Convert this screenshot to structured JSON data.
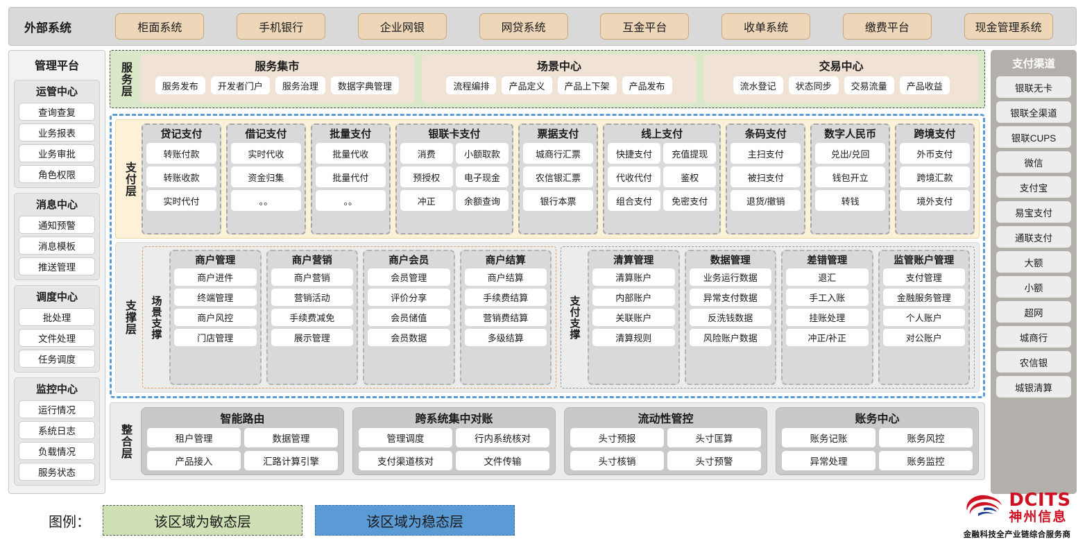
{
  "external": {
    "title": "外部系统",
    "items": [
      "柜面系统",
      "手机银行",
      "企业网银",
      "网贷系统",
      "互金平台",
      "收单系统",
      "缴费平台",
      "现金管理系统"
    ]
  },
  "management": {
    "title": "管理平台",
    "groups": [
      {
        "title": "运管中心",
        "items": [
          "查询查复",
          "业务报表",
          "业务审批",
          "角色权限"
        ]
      },
      {
        "title": "消息中心",
        "items": [
          "通知预警",
          "消息模板",
          "推送管理"
        ]
      },
      {
        "title": "调度中心",
        "items": [
          "批处理",
          "文件处理",
          "任务调度"
        ]
      },
      {
        "title": "监控中心",
        "items": [
          "运行情况",
          "系统日志",
          "负载情况",
          "服务状态"
        ]
      }
    ]
  },
  "service_layer": {
    "label": "服务层",
    "groups": [
      {
        "title": "服务集市",
        "items": [
          "服务发布",
          "开发者门户",
          "服务治理",
          "数据字典管理"
        ]
      },
      {
        "title": "场景中心",
        "items": [
          "流程编排",
          "产品定义",
          "产品上下架",
          "产品发布"
        ]
      },
      {
        "title": "交易中心",
        "items": [
          "流水登记",
          "状态同步",
          "交易流量",
          "产品收益"
        ]
      }
    ]
  },
  "payment_layer": {
    "label": "支付层",
    "groups": [
      {
        "title": "贷记支付",
        "cols": 1,
        "items": [
          "转账付款",
          "转账收款",
          "实时代付"
        ]
      },
      {
        "title": "借记支付",
        "cols": 1,
        "items": [
          "实时代收",
          "资金归集",
          "。。"
        ]
      },
      {
        "title": "批量支付",
        "cols": 1,
        "items": [
          "批量代收",
          "批量代付",
          "。。"
        ]
      },
      {
        "title": "银联卡支付",
        "cols": 2,
        "items": [
          "消费",
          "小额取款",
          "预授权",
          "电子现金",
          "冲正",
          "余额查询"
        ]
      },
      {
        "title": "票据支付",
        "cols": 1,
        "items": [
          "城商行汇票",
          "农信银汇票",
          "银行本票"
        ]
      },
      {
        "title": "线上支付",
        "cols": 2,
        "items": [
          "快捷支付",
          "充值提现",
          "代收代付",
          "鉴权",
          "组合支付",
          "免密支付"
        ]
      },
      {
        "title": "条码支付",
        "cols": 1,
        "items": [
          "主扫支付",
          "被扫支付",
          "退货/撤销"
        ]
      },
      {
        "title": "数字人民币",
        "cols": 1,
        "items": [
          "兑出/兑回",
          "钱包开立",
          "转钱"
        ]
      },
      {
        "title": "跨境支付",
        "cols": 1,
        "items": [
          "外币支付",
          "跨境汇款",
          "境外支付"
        ]
      }
    ]
  },
  "support_layer": {
    "label": "支撑层",
    "scene": {
      "label": "场景支撑",
      "cards": [
        {
          "title": "商户管理",
          "items": [
            "商户进件",
            "终端管理",
            "商户风控",
            "门店管理"
          ]
        },
        {
          "title": "商户营销",
          "items": [
            "商户营销",
            "营销活动",
            "手续费减免",
            "展示管理"
          ]
        },
        {
          "title": "商户会员",
          "items": [
            "会员管理",
            "评价分享",
            "会员储值",
            "会员数据"
          ]
        },
        {
          "title": "商户结算",
          "items": [
            "商户结算",
            "手续费结算",
            "营销费结算",
            "多级结算"
          ]
        }
      ]
    },
    "paysupport": {
      "label": "支付支撑",
      "cards": [
        {
          "title": "清算管理",
          "items": [
            "清算账户",
            "内部账户",
            "关联账户",
            "清算规则"
          ]
        },
        {
          "title": "数据管理",
          "items": [
            "业务运行数据",
            "异常支付数据",
            "反洗钱数据",
            "风险账户数据"
          ]
        },
        {
          "title": "差错管理",
          "items": [
            "退汇",
            "手工入账",
            "挂账处理",
            "冲正/补正"
          ]
        },
        {
          "title": "监管账户管理",
          "items": [
            "支付管理",
            "金融服务管理",
            "个人账户",
            "对公账户"
          ]
        }
      ]
    }
  },
  "integration_layer": {
    "label": "整合层",
    "groups": [
      {
        "title": "智能路由",
        "items": [
          "租户管理",
          "数据管理",
          "产品接入",
          "汇路计算引擎"
        ]
      },
      {
        "title": "跨系统集中对账",
        "items": [
          "管理调度",
          "行内系统核对",
          "支付渠道核对",
          "文件传输"
        ]
      },
      {
        "title": "流动性管控",
        "items": [
          "头寸预报",
          "头寸匡算",
          "头寸核销",
          "头寸预警"
        ]
      },
      {
        "title": "账务中心",
        "items": [
          "账务记账",
          "账务风控",
          "异常处理",
          "账务监控"
        ]
      }
    ]
  },
  "channels": {
    "title": "支付渠道",
    "items": [
      "银联无卡",
      "银联全渠道",
      "银联CUPS",
      "微信",
      "支付宝",
      "易宝支付",
      "通联支付",
      "大额",
      "小额",
      "超网",
      "城商行",
      "农信银",
      "城银清算"
    ]
  },
  "legend": {
    "label": "图例：",
    "agile": "该区域为敏态层",
    "stable": "该区域为稳态层"
  },
  "logo": {
    "en": "DCITS",
    "cn": "神州信息",
    "tagline": "金融科技全产业链综合服务商"
  },
  "colors": {
    "agile_green": "#d9e8c8",
    "stable_blue": "#5b9bd5",
    "ext_chip": "#eed7b9",
    "pay_layer_bg": "#fdf2d8",
    "brand_red": "#cf1022"
  }
}
